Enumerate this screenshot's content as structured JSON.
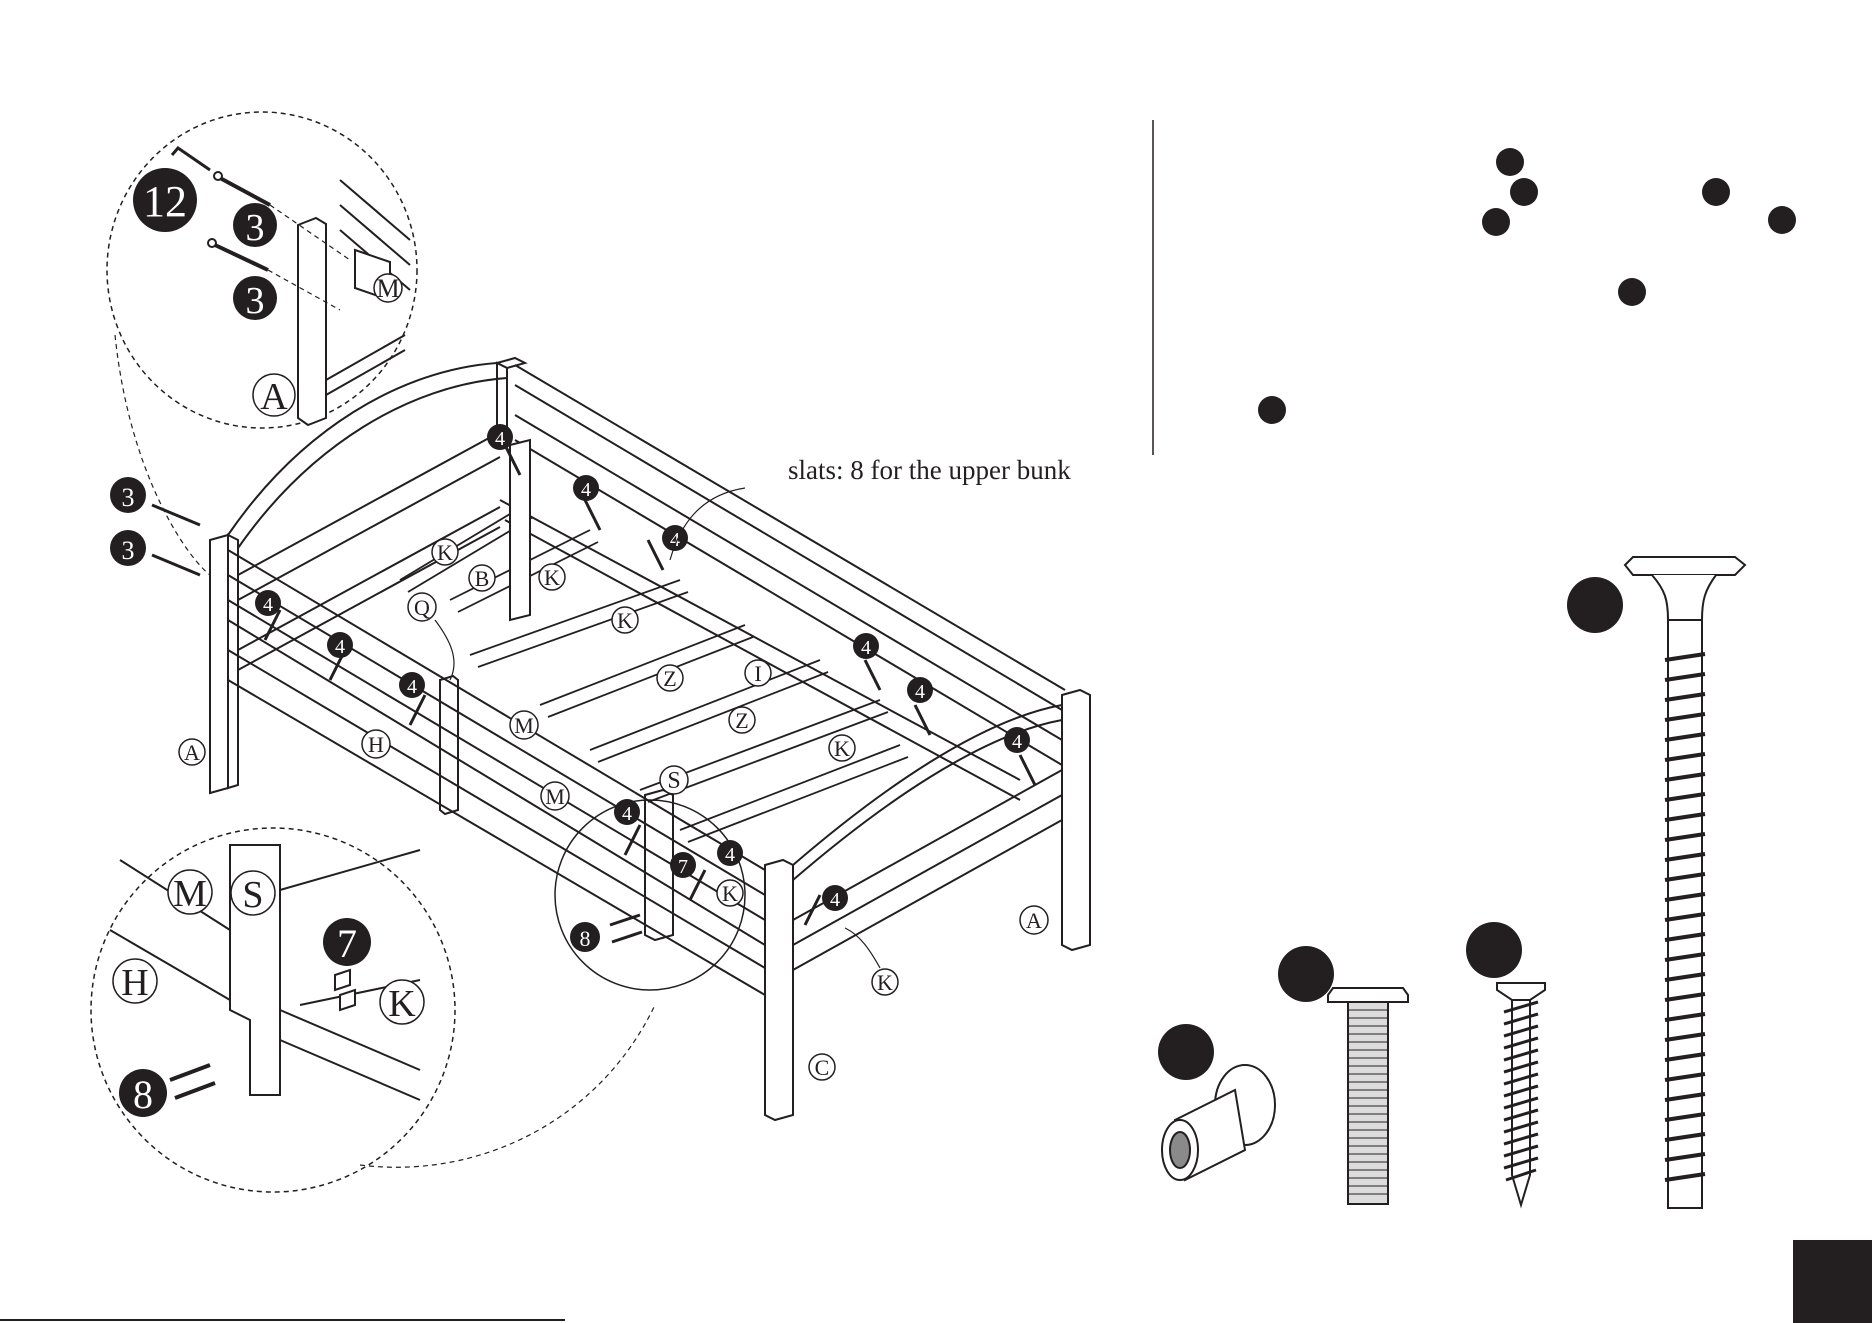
{
  "colors": {
    "ink": "#231f20",
    "paper": "#ffffff"
  },
  "annotations": {
    "slats_note": "slats: 8 for the upper bunk"
  },
  "part_letters": {
    "A": "A",
    "B": "B",
    "C": "C",
    "H": "H",
    "I": "I",
    "K": "K",
    "M": "M",
    "Q": "Q",
    "S": "S",
    "Z": "Z"
  },
  "hardware_numbers": {
    "n3": "3",
    "n4": "4",
    "n7": "7",
    "n8": "8",
    "n12": "12"
  },
  "hardware_panel": {
    "items": [
      {
        "icon": "barrel-nut-icon"
      },
      {
        "icon": "machine-bolt-icon"
      },
      {
        "icon": "wood-screw-icon"
      },
      {
        "icon": "long-bolt-icon"
      }
    ]
  }
}
